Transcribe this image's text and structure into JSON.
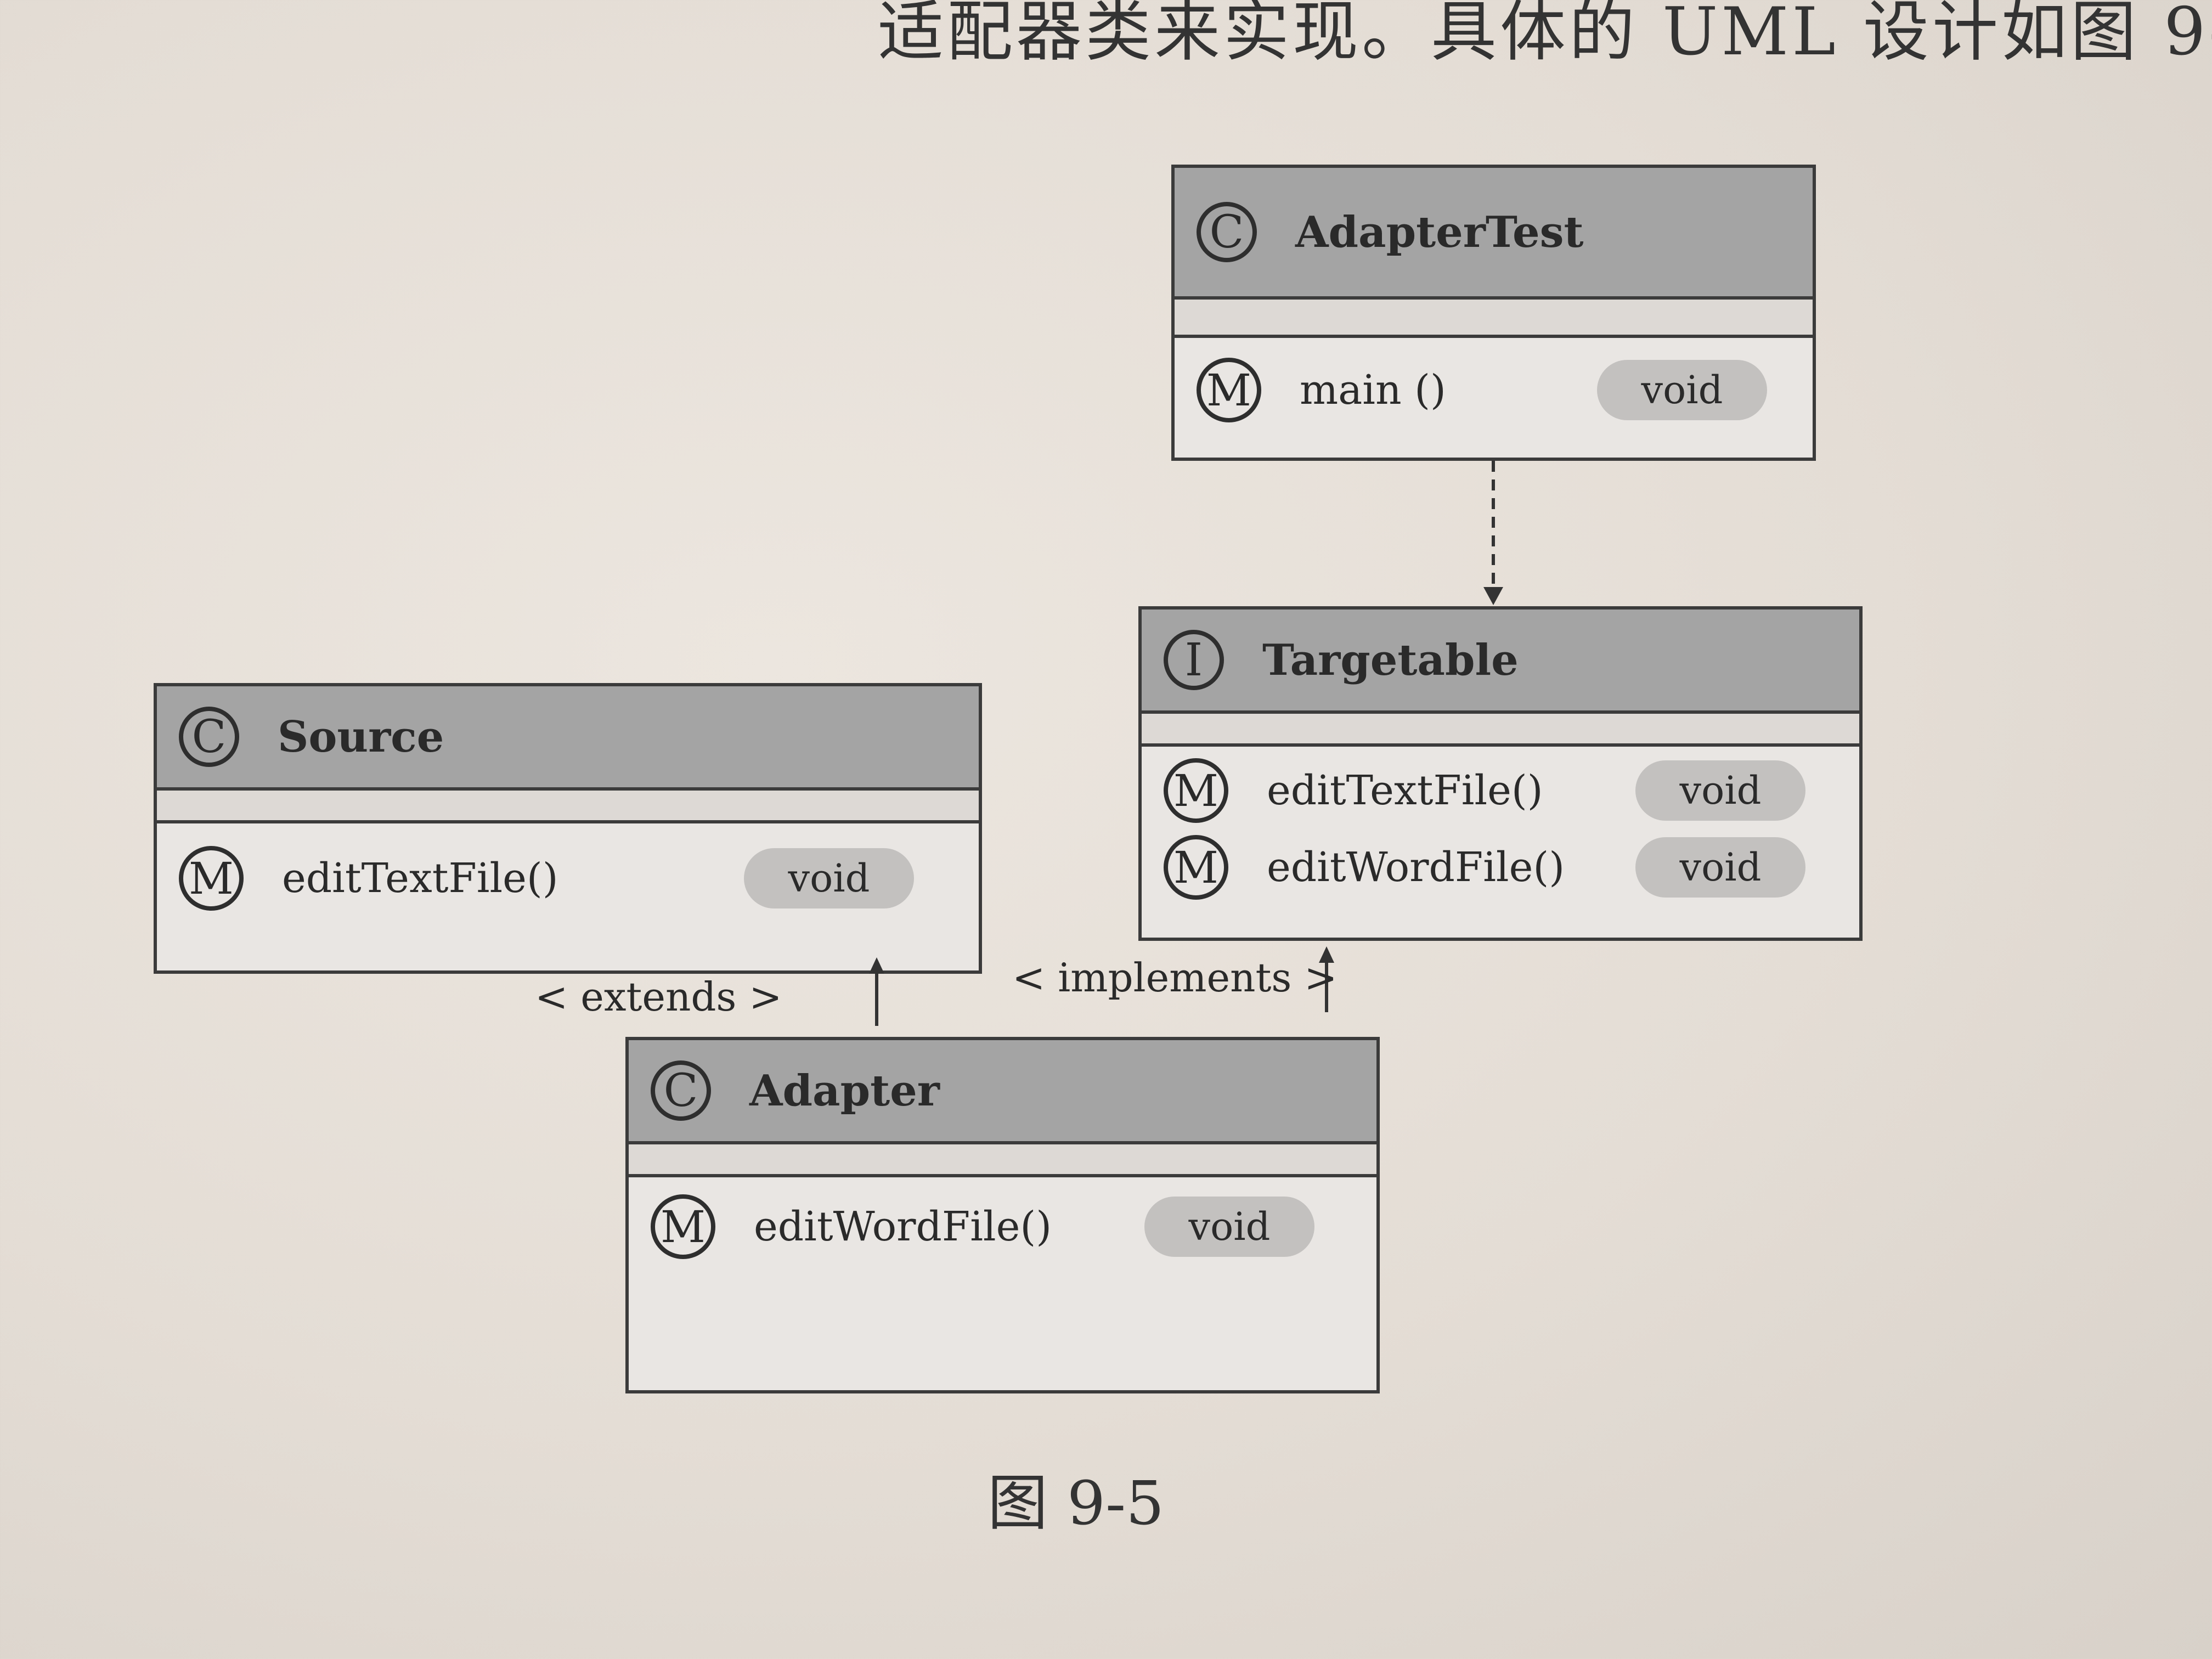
{
  "page_text": {
    "top_line": "适配器类来实现。具体的 UML 设计如图 9-"
  },
  "classes": {
    "adapter_test": {
      "kind_icon": "C",
      "name": "AdapterTest",
      "methods": [
        {
          "name": "main ()",
          "return_type": "void"
        }
      ]
    },
    "targetable": {
      "kind_icon": "I",
      "name": "Targetable",
      "methods": [
        {
          "name": "editTextFile()",
          "return_type": "void"
        },
        {
          "name": "editWordFile()",
          "return_type": "void"
        }
      ]
    },
    "source": {
      "kind_icon": "C",
      "name": "Source",
      "methods": [
        {
          "name": "editTextFile()",
          "return_type": "void"
        }
      ]
    },
    "adapter": {
      "kind_icon": "C",
      "name": "Adapter",
      "methods": [
        {
          "name": "editWordFile()",
          "return_type": "void"
        }
      ]
    }
  },
  "method_icon": "M",
  "relations": {
    "extends_label": "< extends >",
    "implements_label": "< implements >"
  },
  "caption": "图 9-5"
}
